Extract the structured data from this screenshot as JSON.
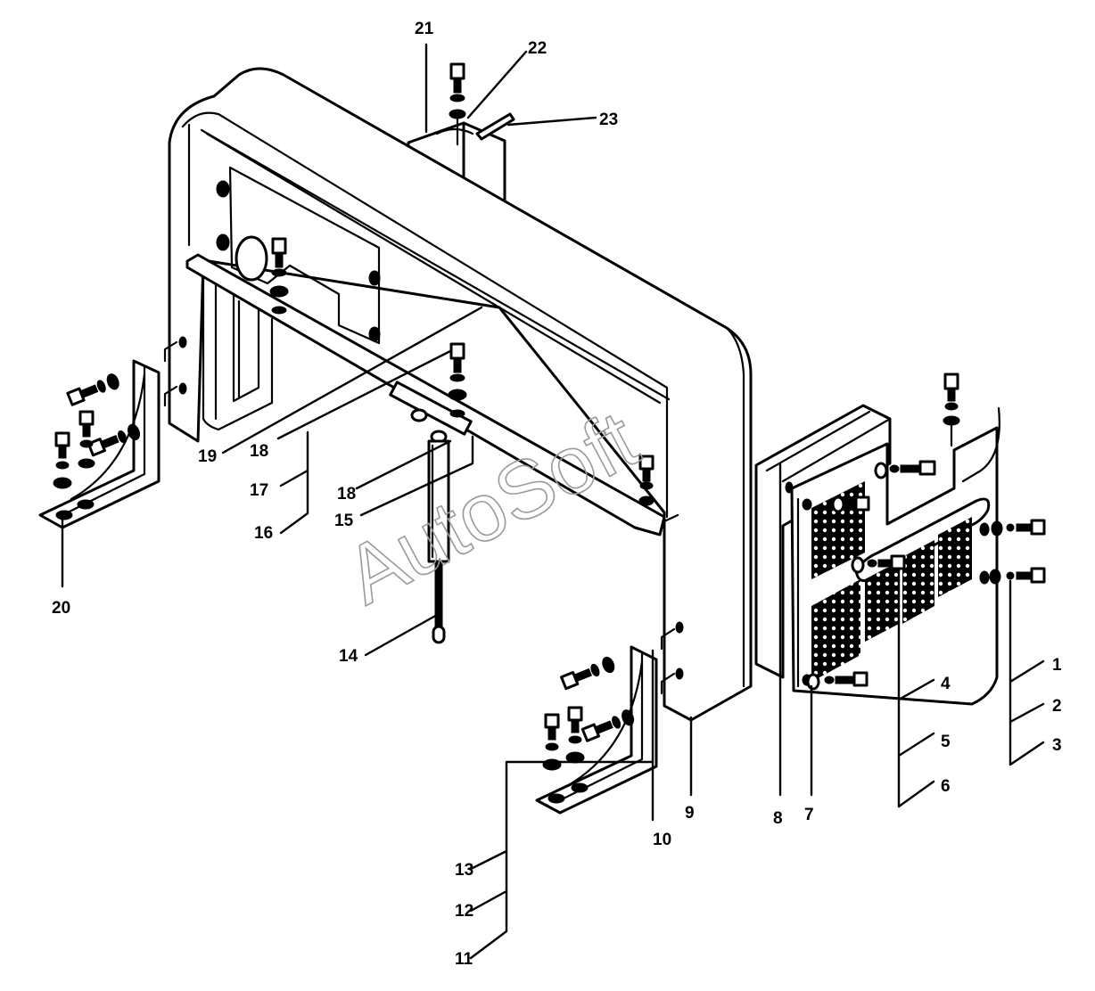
{
  "labels": {
    "l1": "1",
    "l2": "2",
    "l3": "3",
    "l4": "4",
    "l5": "5",
    "l6": "6",
    "l7": "7",
    "l8": "8",
    "l9": "9",
    "l10": "10",
    "l11": "11",
    "l12": "12",
    "l13": "13",
    "l14": "14",
    "l15": "15",
    "l16": "16",
    "l17": "17",
    "l18a": "18",
    "l18b": "18",
    "l19": "19",
    "l20": "20",
    "l21": "21",
    "l22": "22",
    "l23": "23"
  },
  "watermark": "AutoSoft"
}
